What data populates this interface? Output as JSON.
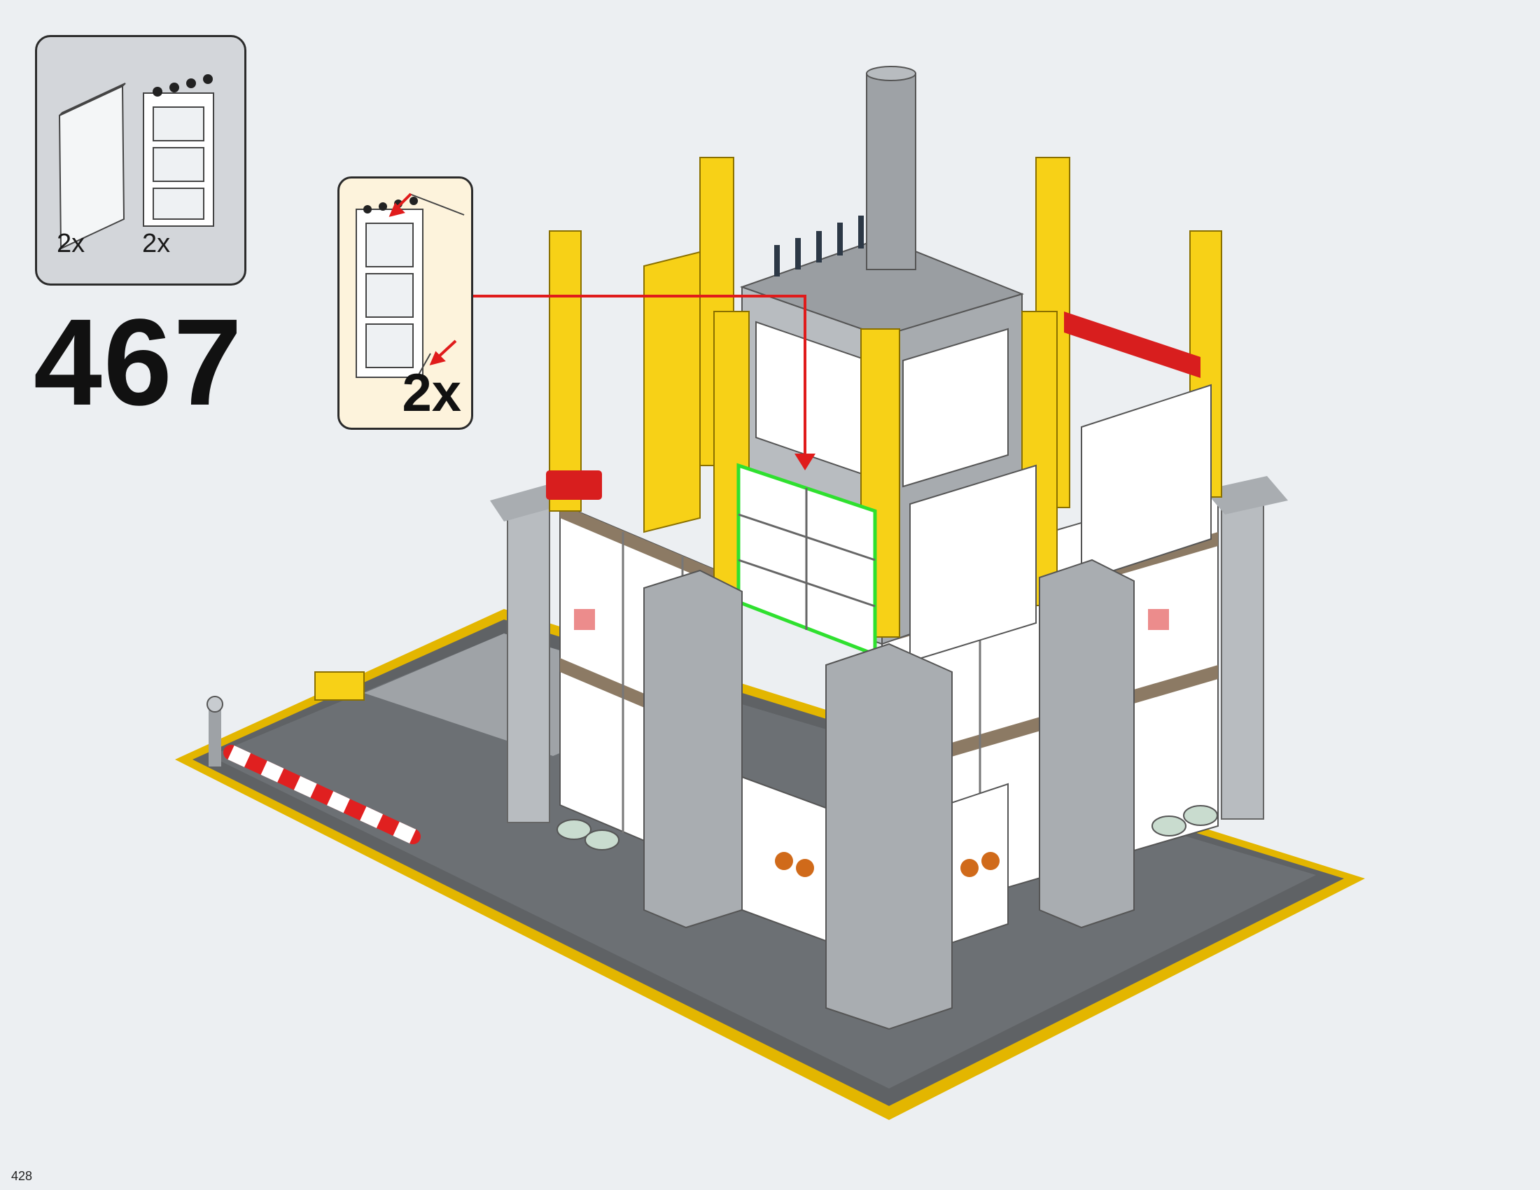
{
  "step": {
    "number": "467",
    "page_number": "428"
  },
  "parts_list": {
    "items": [
      {
        "name": "glass-pane-icon",
        "count": "2x"
      },
      {
        "name": "window-frame-icon",
        "count": "2x"
      }
    ]
  },
  "callout": {
    "multiplier": "2x"
  },
  "colors": {
    "background": "#eceff2",
    "parts_panel": "#d3d6da",
    "callout_panel": "#fdf3dc",
    "lego_yellow": "#f7d117",
    "light_gray": "#b8bcc0",
    "dark_gray": "#6b6f73",
    "arrow_red": "#e01b1b",
    "highlight_green": "#2fe02f"
  }
}
